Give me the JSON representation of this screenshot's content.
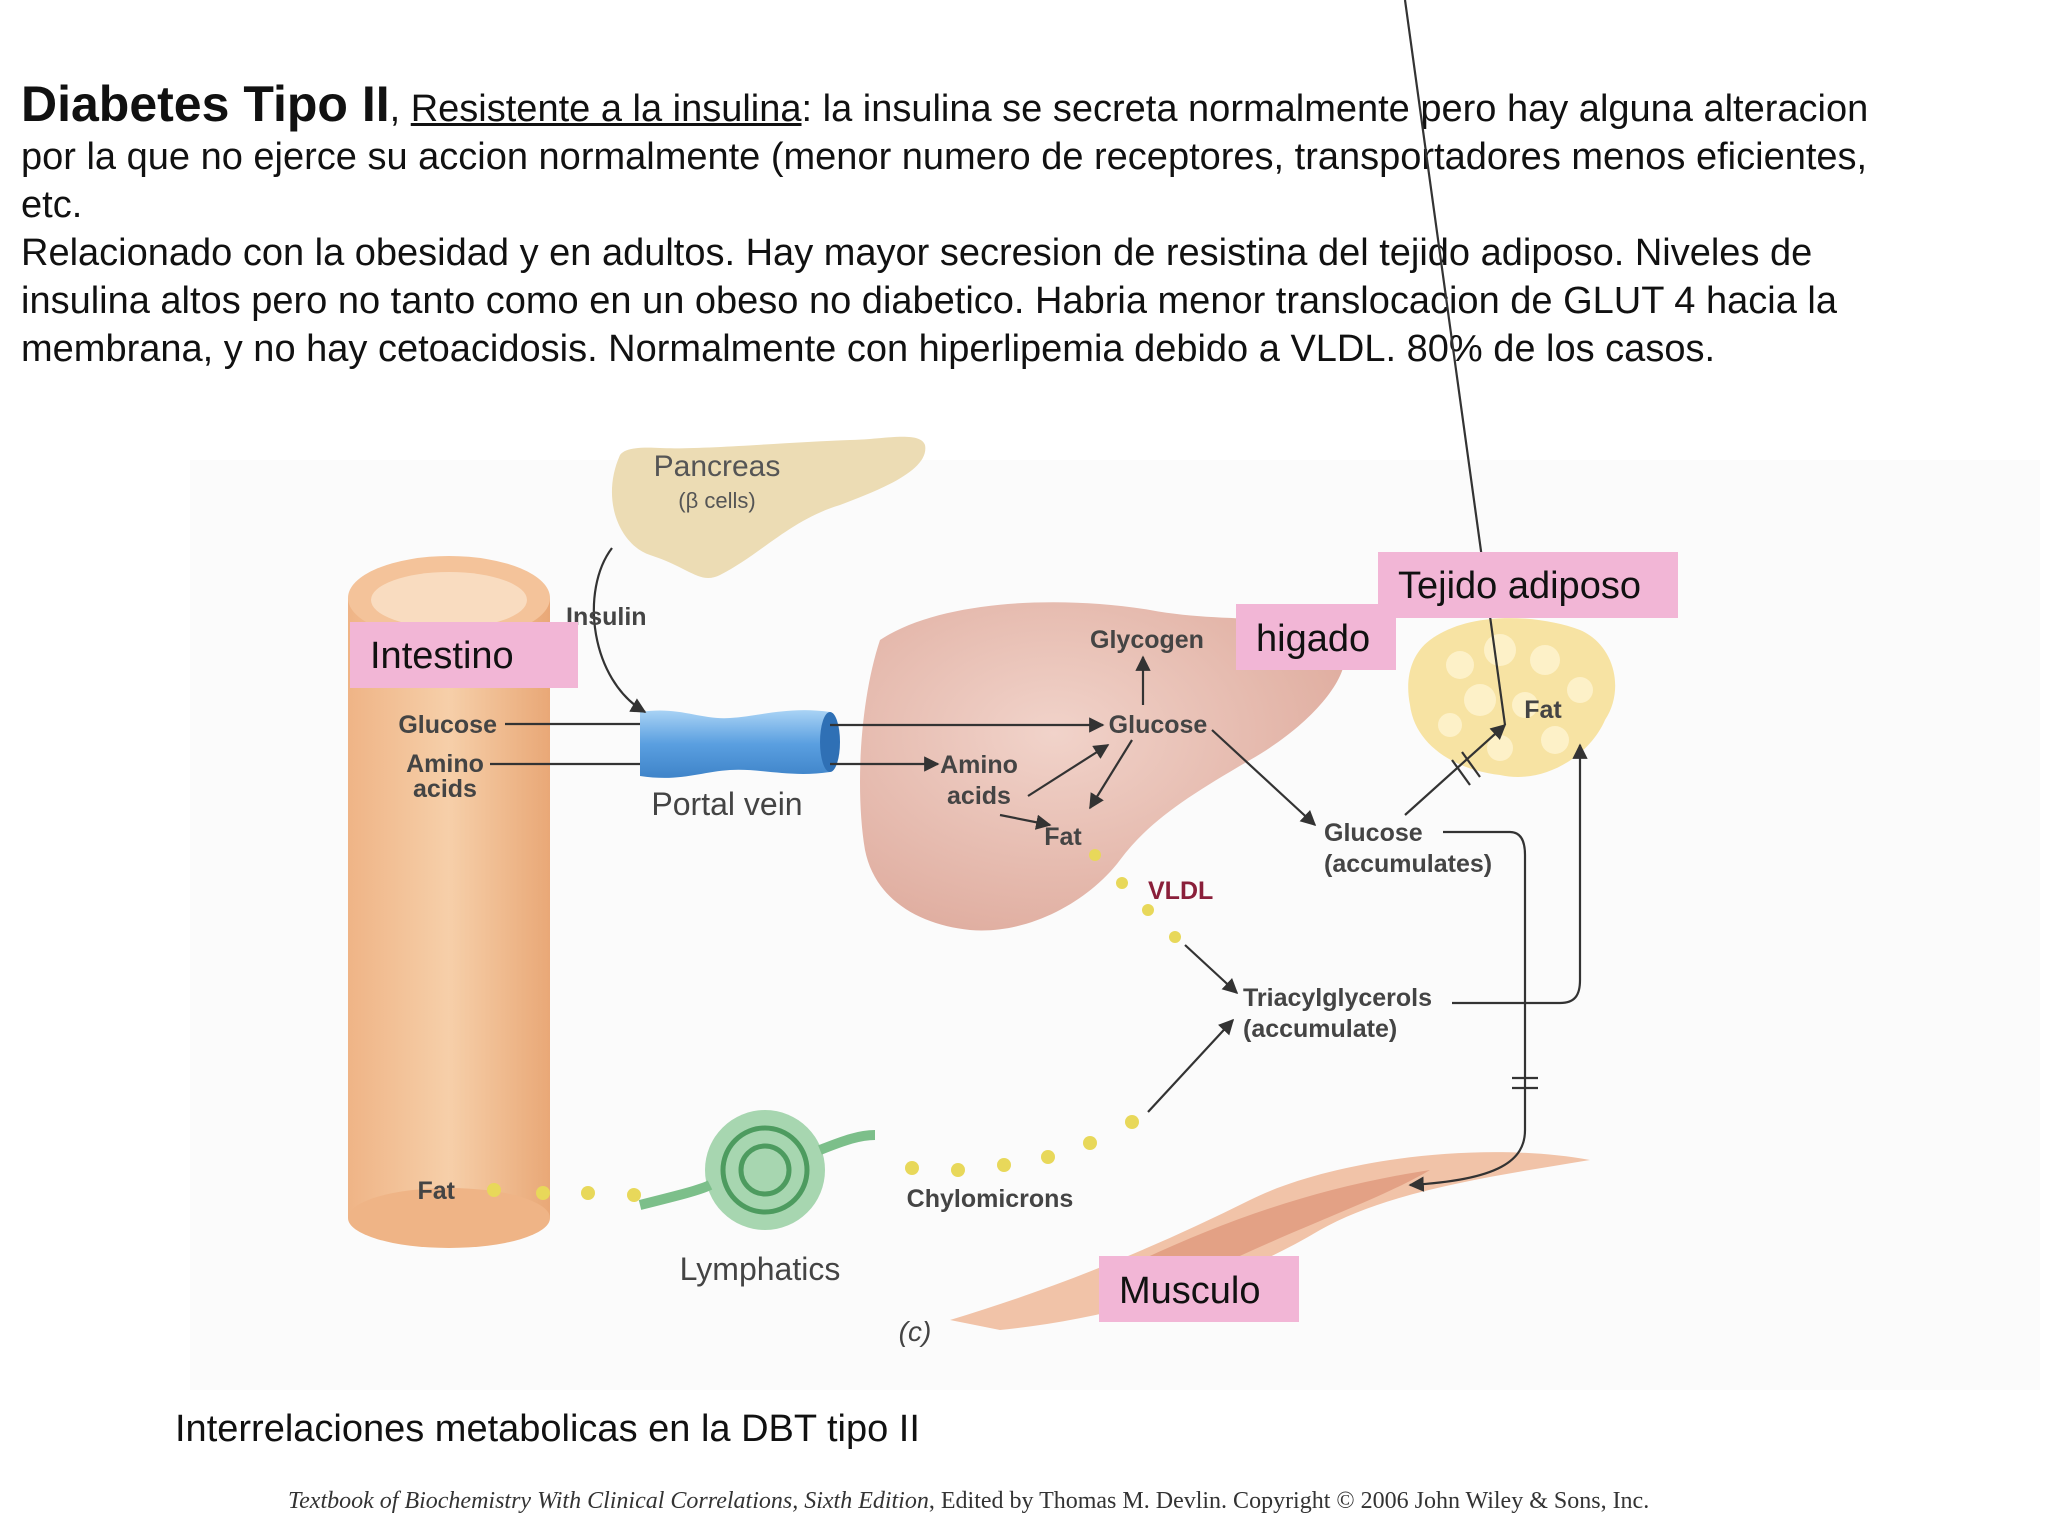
{
  "paragraph": {
    "title": "Diabetes Tipo II",
    "comma": ", ",
    "subtitle_underlined": "Resistente a la insulina",
    "line1_rest": ": la insulina se secreta normalmente pero hay alguna alteracion",
    "line2": "por la que no ejerce su accion normalmente (menor numero de receptores, transportadores menos eficientes,",
    "line3": "etc.",
    "line4": "Relacionado con la obesidad y en adultos. Hay mayor secresion de resistina del tejido adiposo. Niveles de",
    "line5": "insulina altos pero no tanto como en un obeso no diabetico. Habria menor translocacion de GLUT 4 hacia la",
    "line6": "membrana, y no hay cetoacidosis.  Normalmente con hiperlipemia debido a VLDL. 80% de los casos."
  },
  "diagram": {
    "organs": {
      "pancreas": "Pancreas",
      "pancreas_sub": "(β cells)",
      "portal_vein": "Portal vein",
      "lymphatics": "Lymphatics",
      "panel_label": "(c)"
    },
    "molecules": {
      "insulin": "Insulin",
      "intestine_glucose": "Glucose",
      "intestine_amino_1": "Amino",
      "intestine_amino_2": "acids",
      "intestine_fat": "Fat",
      "liver_glycogen": "Glycogen",
      "liver_glucose": "Glucose",
      "liver_amino_1": "Amino",
      "liver_amino_2": "acids",
      "liver_fat": "Fat",
      "vldl": "VLDL",
      "blood_glucose_1": "Glucose",
      "blood_glucose_2": "(accumulates)",
      "tag_1": "Triacylglycerols",
      "tag_2": "(accumulate)",
      "adipose_fat": "Fat",
      "chylomicrons": "Chylomicrons"
    },
    "pink_labels": {
      "intestino": "Intestino",
      "higado": "higado",
      "tejido_adiposo": "Tejido adiposo",
      "musculo": "Musculo"
    },
    "colors": {
      "pink_label": "#f2b6d6",
      "intestine": "#f0b98c",
      "liver": "#e9c0b5",
      "pancreas": "#ecdcb4",
      "portal_vein": "#5a9fe0",
      "lymph": "#7cbf8a",
      "fat_dots": "#e8d85a",
      "vldl_text": "#8a1f3a",
      "muscle": "#f1c3a8"
    }
  },
  "caption": "Interrelaciones metabolicas en la DBT tipo II",
  "credit": {
    "book": "Textbook of Biochemistry With Clinical Correlations, Sixth Edition",
    "rest": ", Edited by Thomas M. Devlin. Copyright © 2006 John Wiley & Sons, Inc."
  }
}
